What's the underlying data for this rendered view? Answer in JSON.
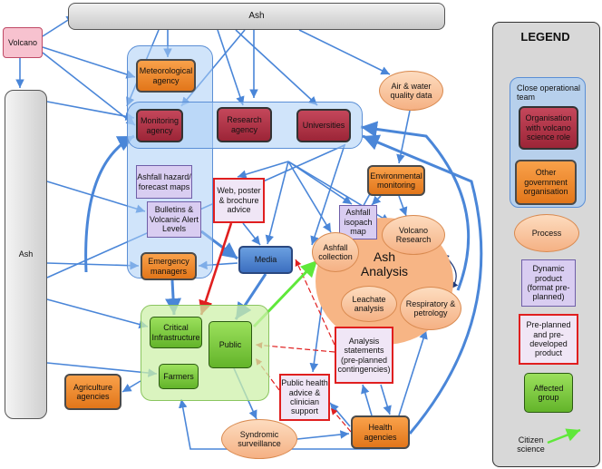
{
  "colors": {
    "blue_arrow": "#4a86d8",
    "red_arrow": "#e01f1f",
    "green_arrow": "#5fe83a",
    "navy_arrow": "#1f3a7a",
    "orange_node": "#f08a2e",
    "maroon_node": "#b2354a",
    "process_node": "#f9c9a2",
    "dynamic_node": "#d9cdf1",
    "affected_node": "#7cc744",
    "media_node": "#4a7fd0"
  },
  "nodes": {
    "ash_top": "Ash",
    "ash_left": "Ash",
    "volcano": "Volcano",
    "meteorological_agency": "Meteorological agency",
    "monitoring_agency": "Monitoring agency",
    "research_agency": "Research agency",
    "universities": "Universities",
    "air_water": "Air & water quality data",
    "environmental_monitoring": "Environmental monitoring",
    "ashfall_hazard": "Ashfall hazard/ forecast maps",
    "bulletins": "Bulletins & Volcanic Alert Levels",
    "web_poster": "Web, poster & brochure advice",
    "ashfall_isopach": "Ashfall isopach map",
    "volcano_research": "Volcano Research",
    "ashfall_collection": "Ashfall collection",
    "ash_analysis": "Ash Analysis",
    "leachate": "Leachate analysis",
    "respiratory": "Respiratory & petrology",
    "emergency_managers": "Emergency managers",
    "media": "Media",
    "critical_infrastructure": "Critical Infrastructure",
    "public": "Public",
    "farmers": "Farmers",
    "agriculture": "Agriculture agencies",
    "analysis_statements": "Analysis statements (pre-planned contingencies)",
    "public_health": "Public health advice & clinician support",
    "syndromic": "Syndromic surveillance",
    "health_agencies": "Health agencies"
  },
  "legend": {
    "title": "LEGEND",
    "team": "Close operational team",
    "organisation": "Organisation with volcano science role",
    "government": "Other government organisation",
    "process": "Process",
    "dynamic": "Dynamic product (format pre-planned)",
    "preplanned": "Pre-planned and pre-developed product",
    "affected": "Affected group",
    "citizen": "Citizen science"
  }
}
